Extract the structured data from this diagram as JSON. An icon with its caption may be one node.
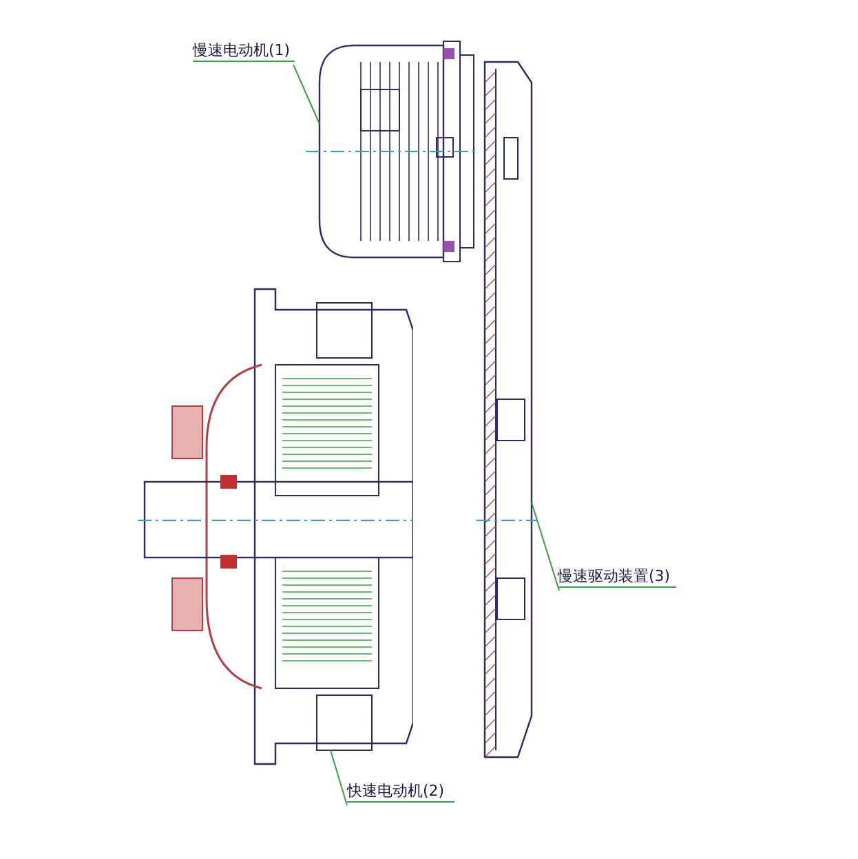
{
  "diagram": {
    "nodes": [
      {
        "text": [
          "慢速电动机(1)"
        ]
      },
      {
        "text": [],
        "shape": "picture"
      },
      {
        "text": [
          "快速电动机(2)"
        ]
      },
      {
        "text": [],
        "shape": "picture"
      },
      {
        "text": [
          "慢速驱动装置(3)"
        ]
      },
      {
        "text": [],
        "shape": "picture"
      }
    ],
    "edges": [
      {
        "from": 0,
        "to": 1,
        "arrow": "none"
      },
      {
        "from": 2,
        "to": 3,
        "arrow": "none"
      },
      {
        "from": 4,
        "to": 5,
        "arrow": "none"
      }
    ]
  }
}
